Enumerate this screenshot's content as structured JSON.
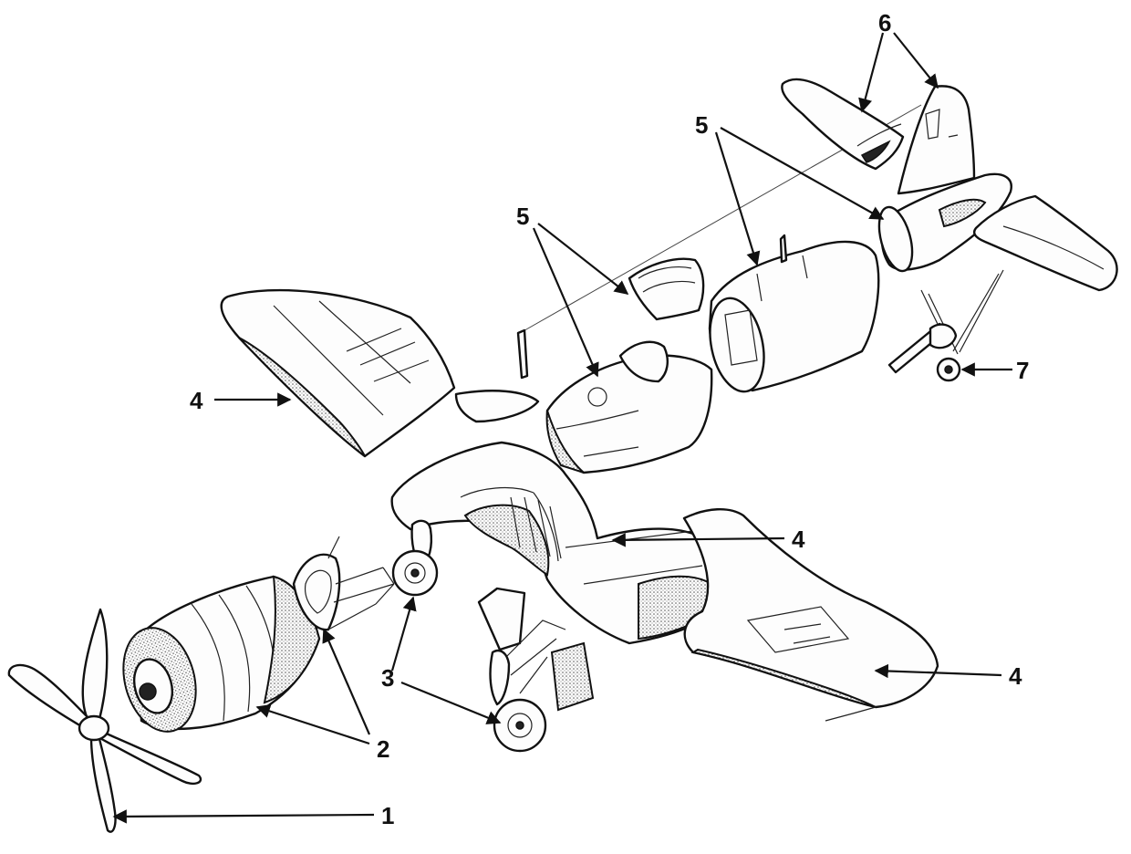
{
  "callouts": {
    "c1": "1",
    "c2": "2",
    "c3_left": "3",
    "c4_left": "4",
    "c4_mid": "4",
    "c4_right": "4",
    "c5_left": "5",
    "c5_right": "5",
    "c6": "6",
    "c7": "7"
  }
}
